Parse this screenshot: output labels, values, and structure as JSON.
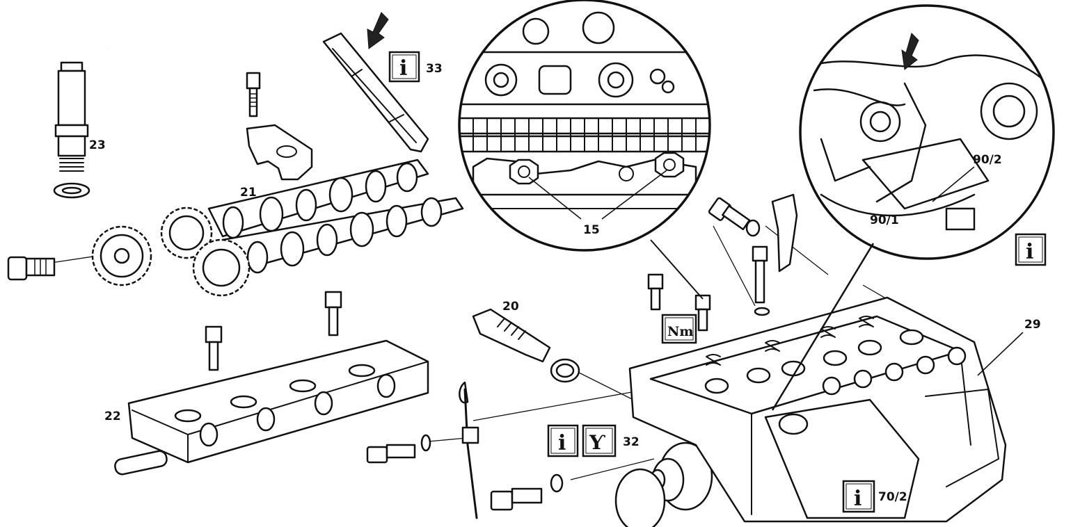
{
  "callouts": {
    "c15": "15",
    "c20": "20",
    "c21": "21",
    "c22": "22",
    "c23": "23",
    "c29": "29",
    "c32": "32",
    "c33": "33",
    "c70_2": "70/2",
    "c90_1": "90/1",
    "c90_2": "90/2"
  },
  "badges": {
    "info_glyph": "i",
    "torque_label": "Nm",
    "tool_glyph": "Ƴ"
  },
  "icons": [
    "info-icon",
    "torque-icon",
    "special-tool-icon",
    "arrow-icon"
  ]
}
